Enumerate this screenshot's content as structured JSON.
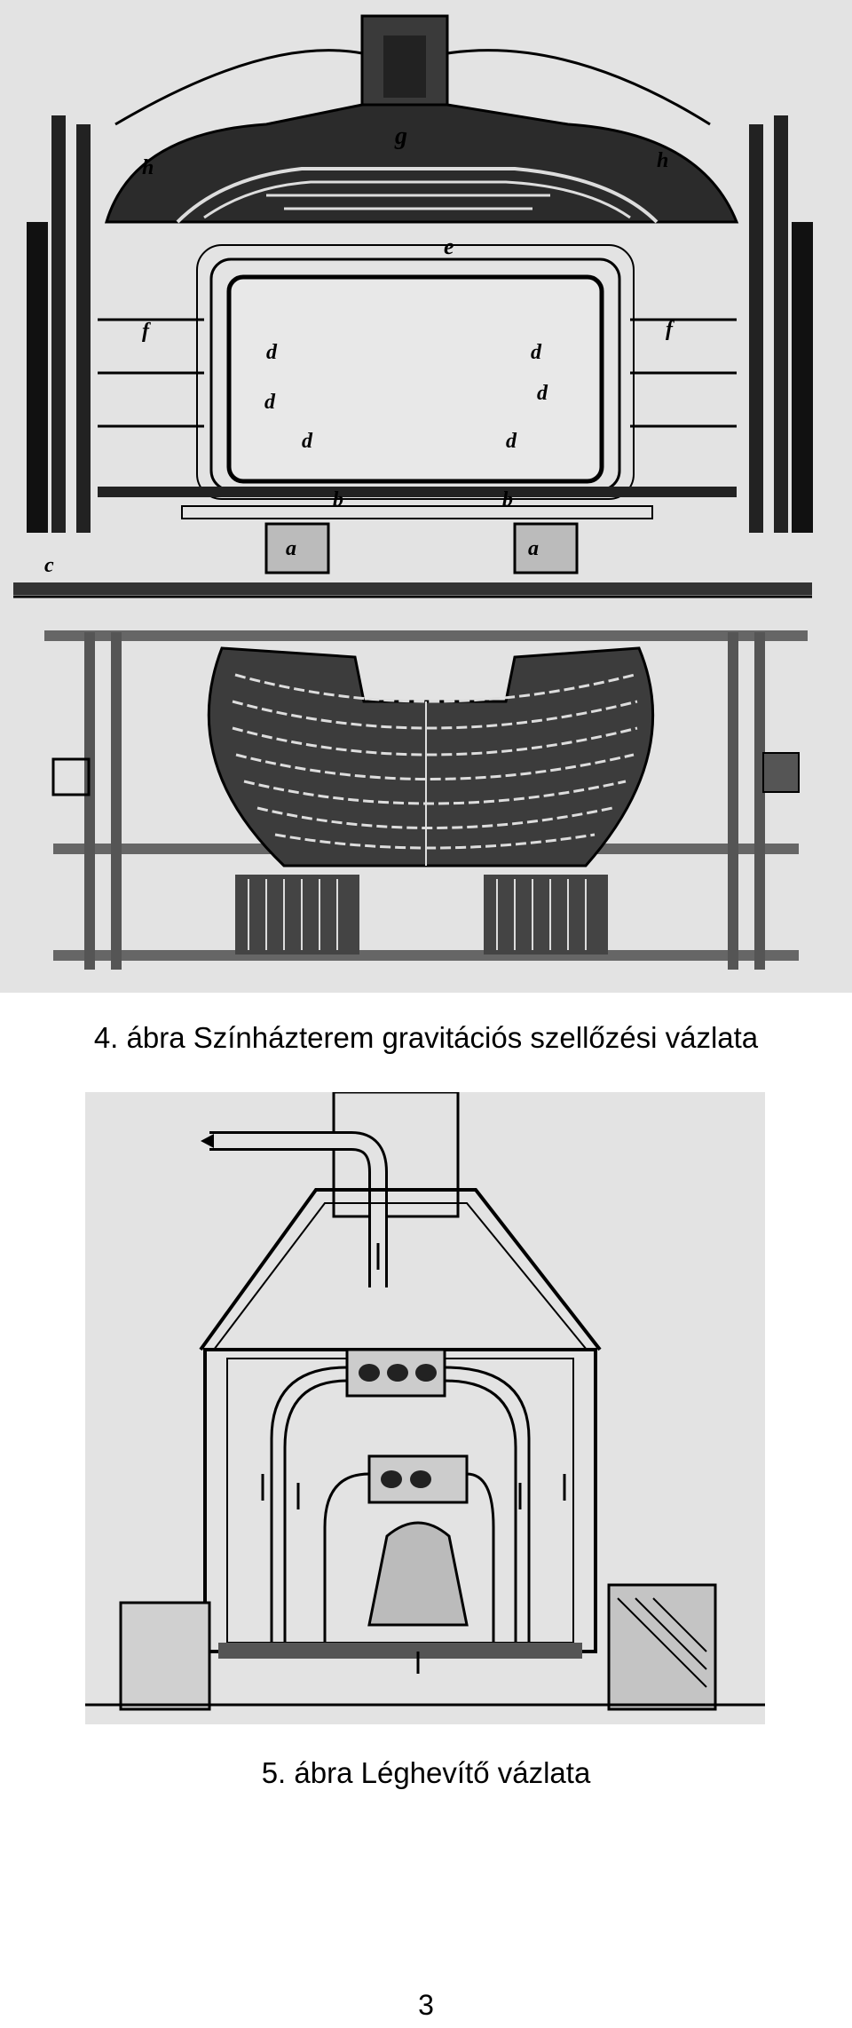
{
  "figures": [
    {
      "caption": "4. ábra Színházterem gravitációs szellőzési vázlata",
      "labels": {
        "g": "g",
        "h": "h",
        "e": "e",
        "f": "f",
        "d": "d",
        "b": "b",
        "a": "a",
        "c": "c"
      }
    },
    {
      "caption": "5. ábra Léghevítő vázlata"
    }
  ],
  "page_number": "3"
}
